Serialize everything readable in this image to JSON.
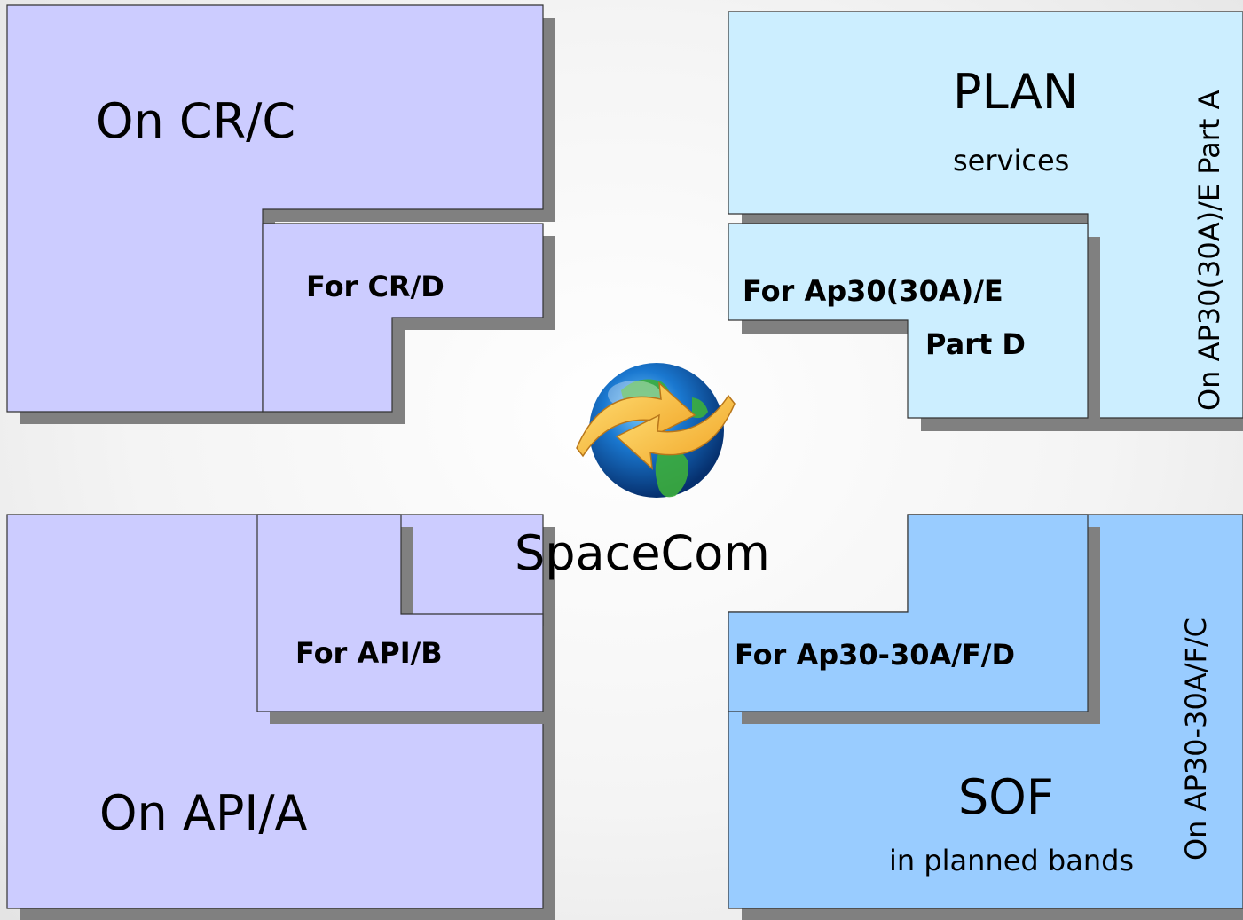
{
  "top_left": {
    "main_label": "On CR/C",
    "sub_label": "For CR/D"
  },
  "top_right": {
    "main_label": "PLAN",
    "main_sublabel": "services",
    "sub_label_line1": "For Ap30(30A)/E",
    "sub_label_line2": "Part D",
    "vertical_label": "On AP30(30A)/E Part A"
  },
  "center": {
    "label": "SpaceCom",
    "icon": "globe-exchange-icon"
  },
  "bottom_left": {
    "main_label": "On API/A",
    "sub_label": "For API/B"
  },
  "bottom_right": {
    "main_label": "SOF",
    "main_sublabel": "in planned bands",
    "sub_label": "For Ap30-30A/F/D",
    "vertical_label": "On AP30-30A/F/C"
  },
  "colors": {
    "lavender": "#ccccff",
    "light_blue": "#cceeff",
    "mid_blue": "#99ccff",
    "shadow": "#808080",
    "outline": "#333333"
  }
}
